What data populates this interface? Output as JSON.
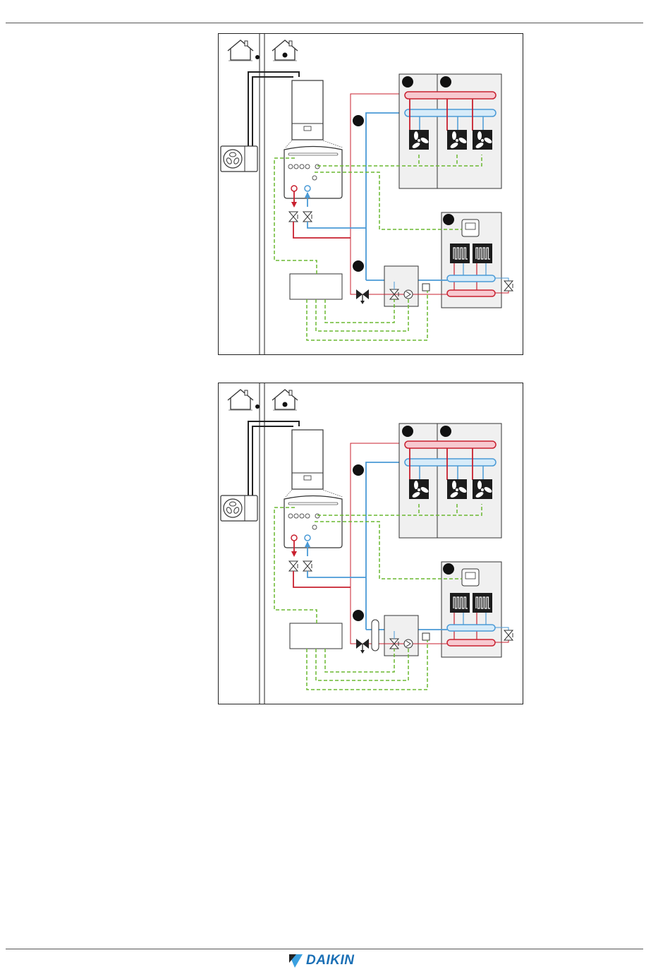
{
  "page": {
    "type": "installation schematic page",
    "diagrams": [
      {
        "id": "diagram-1",
        "variant": "without buffer tank",
        "zones": [
          "outdoor",
          "indoor"
        ],
        "components": [
          "outdoor-unit",
          "indoor-unit",
          "control-box",
          "fan-coil-zone-a",
          "fan-coil-zone-b",
          "underfloor-zone",
          "mixing-station",
          "bypass-valve"
        ]
      },
      {
        "id": "diagram-2",
        "variant": "with buffer tank",
        "zones": [
          "outdoor",
          "indoor"
        ],
        "components": [
          "outdoor-unit",
          "indoor-unit",
          "control-box",
          "fan-coil-zone-a",
          "fan-coil-zone-b",
          "underfloor-zone",
          "mixing-station",
          "bypass-valve",
          "buffer-tank"
        ]
      }
    ]
  },
  "colors": {
    "supply": "#c8202f",
    "return": "#4a9ad6",
    "control": "#6ab830",
    "supply_fill": "#f7c9d0",
    "return_fill": "#d6ebf9",
    "zone_fill": "#f0f0f0",
    "brand": "#1a6fb5"
  },
  "footer": {
    "brand": "DAIKIN"
  }
}
